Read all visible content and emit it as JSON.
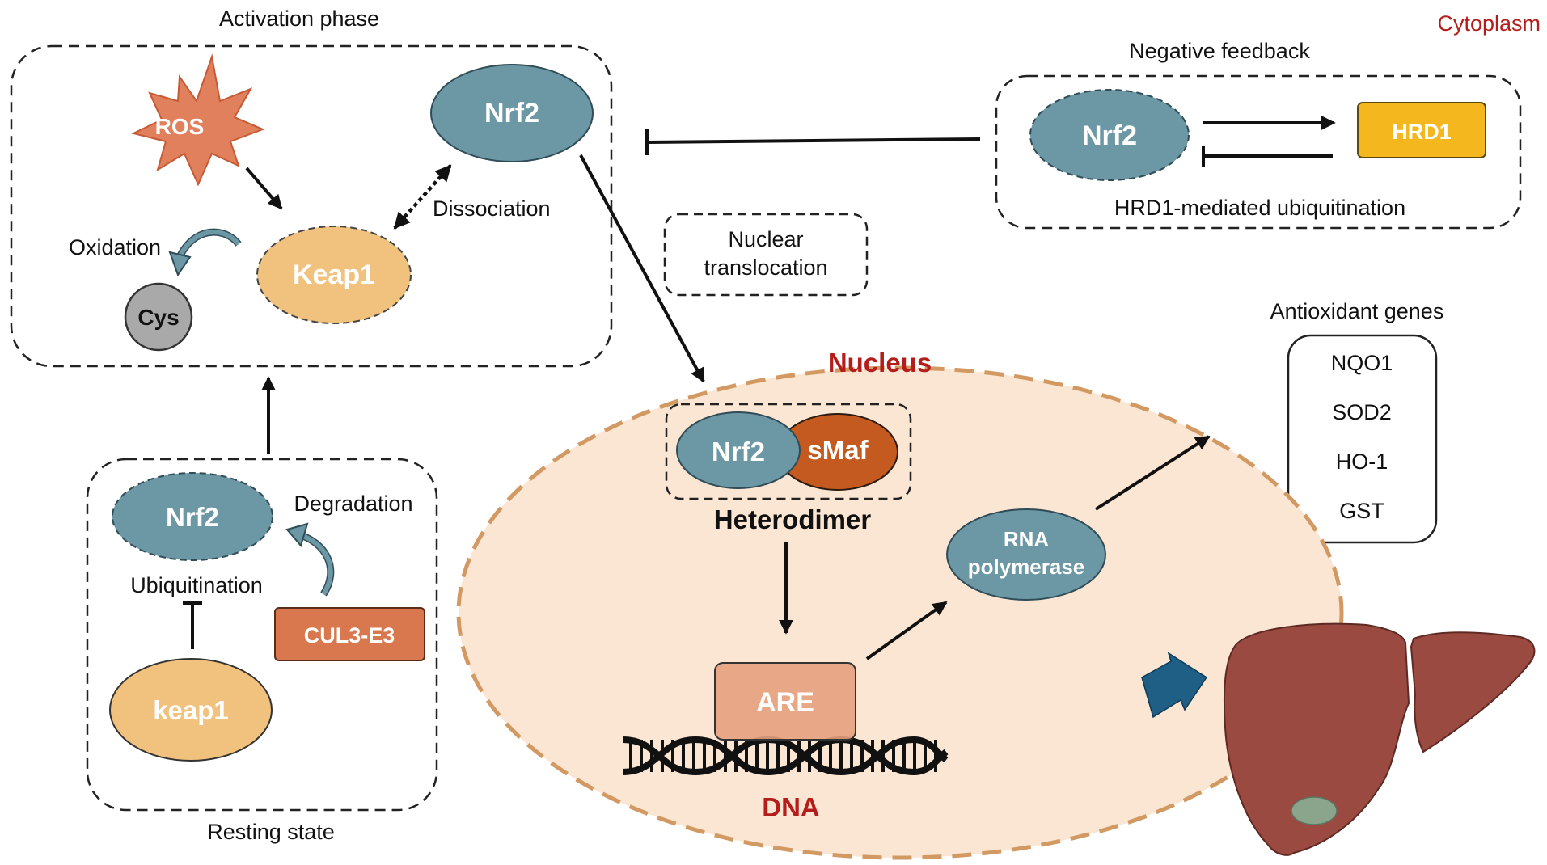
{
  "labels": {
    "activation_phase": "Activation phase",
    "cytoplasm": "Cytoplasm",
    "negative_feedback": "Negative feedback",
    "ros": "ROS",
    "nrf2": "Nrf2",
    "keap1_upper": "Keap1",
    "keap1_lower": "keap1",
    "cys": "Cys",
    "oxidation": "Oxidation",
    "dissociation": "Dissociation",
    "hrd1": "HRD1",
    "hrd1_mediated": "HRD1-mediated ubiquitination",
    "nuclear_translocation_1": "Nuclear",
    "nuclear_translocation_2": "translocation",
    "antioxidant_genes": "Antioxidant genes",
    "nucleus": "Nucleus",
    "smaf": "sMaf",
    "heterodimer": "Heterodimer",
    "rna_polymerase_1": "RNA",
    "rna_polymerase_2": "polymerase",
    "are": "ARE",
    "dna": "DNA",
    "degradation": "Degradation",
    "ubiquitination": "Ubiquitination",
    "cul3_e3": "CUL3-E3",
    "resting_state": "Resting state"
  },
  "genes": [
    "NQO1",
    "SOD2",
    "HO-1",
    "GST"
  ],
  "colors": {
    "nrf2": "#6c97a4",
    "keap1": "#f0c27e",
    "ros": "#e0805c",
    "cys": "#a9a9a9",
    "hrd1": "#f4b81e",
    "smaf": "#c55a20",
    "cul3": "#d9784e",
    "nucleus_fill": "#fbe5d3",
    "nucleus_border": "#d29a62",
    "are": "#e5a07e",
    "liver": "#9a4a40",
    "gallbladder": "#8aa58b",
    "arrow_blue": "#1f5f85",
    "accent_red": "#b51d1a"
  }
}
